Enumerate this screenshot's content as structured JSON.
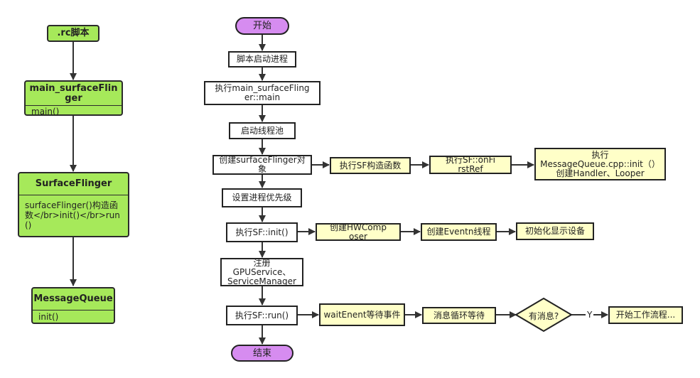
{
  "left": {
    "rc": ".rc脚本",
    "main_title": "main_surfaceFlinger",
    "main_sub": "main()",
    "sf_title": "SurfaceFlinger",
    "sf_sub": "surfaceFlinger()构造函数</br>init()</br>run()",
    "mq_title": "MessageQueue",
    "mq_sub": "init()"
  },
  "flow": {
    "start": "开始",
    "s1": "脚本启动进程",
    "s2": "执行main_surfaceFlinger::main",
    "s3": "启动线程池",
    "s4": "创建surfaceFlinger对象",
    "s4a": "执行SF构造函数",
    "s4b": "执行SF::onFirstRef",
    "s4c_1": "执行",
    "s4c_2": "MessageQueue.cpp::init（）",
    "s4c_3": "创建Handler、Looper",
    "s5": "设置进程优先级",
    "s6": "执行SF::init()",
    "s6a": "创建HWComposer",
    "s6b": "创建Eventn线程",
    "s6c": "初始化显示设备",
    "s7_1": "注册",
    "s7_2": "GPUService、",
    "s7_3": "ServiceManager",
    "s8": "执行SF::run()",
    "s8a": "waitEnent等待事件",
    "s8b": "消息循环等待",
    "s8c": "有消息?",
    "s8c_yes": "Y",
    "s8d": "开始工作流程...",
    "end": "结束"
  },
  "colors": {
    "green": "#a6e95a",
    "yellow": "#ffffc8",
    "purple": "#d68cf0",
    "line": "#333333"
  }
}
